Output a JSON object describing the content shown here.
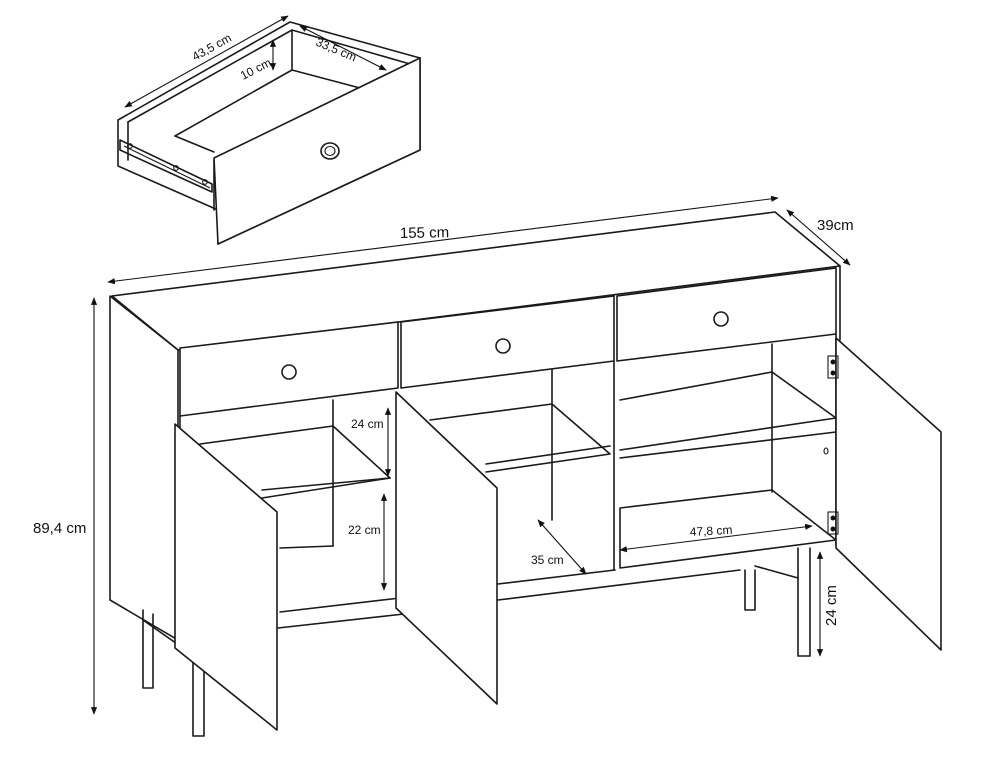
{
  "dimensions": {
    "total_width": "155 cm",
    "depth": "39cm",
    "height": "89,4 cm",
    "shelf_gap_upper": "24 cm",
    "shelf_gap_lower": "22 cm",
    "inner_depth": "35 cm",
    "inner_width": "47,8 cm",
    "leg_height": "24 cm"
  },
  "drawer": {
    "outer_width": "43,5 cm",
    "inner_width": "33,5 cm",
    "height": "10 cm"
  }
}
